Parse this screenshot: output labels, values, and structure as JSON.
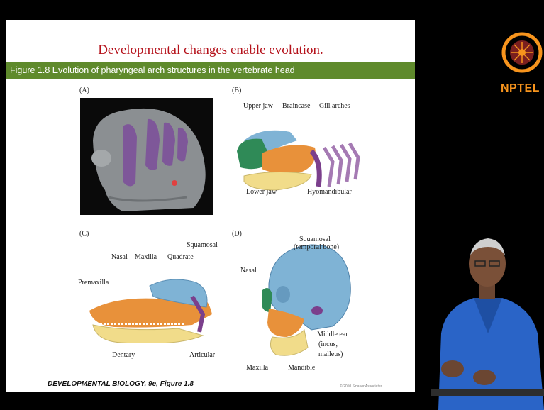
{
  "slide": {
    "title": "Developmental changes enable evolution.",
    "figure_caption": "Figure 1.8  Evolution of pharyngeal arch structures in the vertebrate head",
    "credit": "DEVELOPMENTAL BIOLOGY, 9e, Figure 1.8",
    "copyright": "© 2010 Sinauer Associates",
    "panels": {
      "a": {
        "letter": "(A)"
      },
      "b": {
        "letter": "(B)",
        "labels": {
          "upper_jaw": "Upper jaw",
          "braincase": "Braincase",
          "gill_arches": "Gill arches",
          "lower_jaw": "Lower jaw",
          "hyomandibular": "Hyomandibular"
        }
      },
      "c": {
        "letter": "(C)",
        "labels": {
          "squamosal": "Squamosal",
          "nasal": "Nasal",
          "maxilla": "Maxilla",
          "quadrate": "Quadrate",
          "premaxilla": "Premaxilla",
          "dentary": "Dentary",
          "articular": "Articular"
        }
      },
      "d": {
        "letter": "(D)",
        "labels": {
          "squamosal_1": "Squamosal",
          "squamosal_2": "(temporal bone)",
          "nasal": "Nasal",
          "middle_ear_1": "Middle ear",
          "middle_ear_2": "(incus,",
          "middle_ear_3": "malleus)",
          "maxilla": "Maxilla",
          "mandible": "Mandible"
        }
      }
    }
  },
  "logo": {
    "text": "NPTEL"
  },
  "colors": {
    "title_red": "#b5121b",
    "banner_green": "#5f8a2c",
    "nptel_orange": "#f7941d",
    "bone_blue": "#7fb3d5",
    "bone_orange": "#e8913a",
    "bone_yellow": "#f1dc8a",
    "bone_purple": "#7b3f8c",
    "bone_green": "#2f8a57"
  }
}
